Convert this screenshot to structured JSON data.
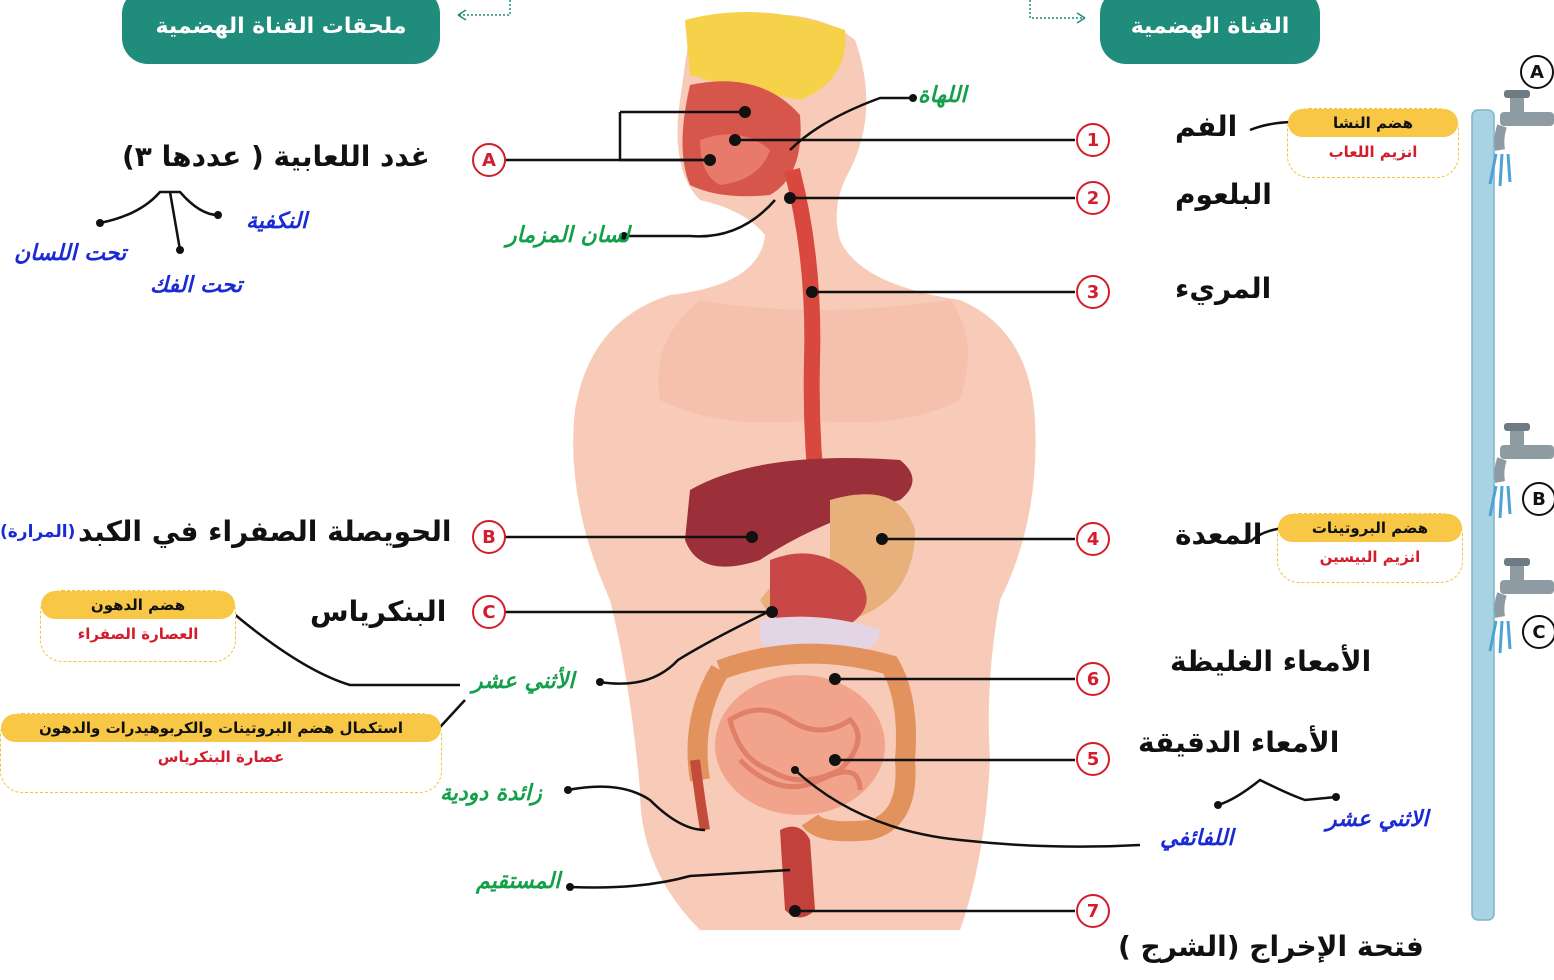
{
  "headers": {
    "accessories": "ملحقات القناة الهضمية",
    "canal": "القناة الهضمية"
  },
  "canal_organs": [
    {
      "num": "1",
      "label": "الفم"
    },
    {
      "num": "2",
      "label": "البلعوم"
    },
    {
      "num": "3",
      "label": "المريء"
    },
    {
      "num": "4",
      "label": "المعدة"
    },
    {
      "num": "6",
      "label": "الأمعاء الغليظة"
    },
    {
      "num": "5",
      "label": "الأمعاء الدقيقة"
    },
    {
      "num": "7",
      "label": "فتحة الإخراج (الشرج )"
    }
  ],
  "accessory_organs": [
    {
      "letter": "A",
      "label": "غدد اللعابية ( عددها ٣)"
    },
    {
      "letter": "B",
      "label": "الحويصلة الصفراء في الكبد",
      "note": "(المرارة)"
    },
    {
      "letter": "C",
      "label": "البنكرياس"
    }
  ],
  "annotations": {
    "uvula": "اللهاة",
    "epiglottis": "لسان المزمار",
    "parotid": "النكفية",
    "submandibular": "تحت الفك",
    "sublingual": "تحت اللسان",
    "duodenum_left": "الأثني عشر",
    "appendix": "زائدة دودية",
    "rectum": "المستقيم",
    "ileum": "اللفائفي",
    "duodenum_right": "الاثني عشر"
  },
  "info_boxes": {
    "mouth": {
      "title": "هضم النشا",
      "enzyme": "انزيم اللعاب"
    },
    "stomach": {
      "title": "هضم البروتينات",
      "enzyme": "انزيم البيسين"
    },
    "fats": {
      "title": "هضم الدهون",
      "enzyme": "العصارة الصفراء"
    },
    "complete": {
      "title": "استكمال هضم البروتينات والكربوهيدرات والدهون",
      "enzyme": "عصارة البنكرياس"
    }
  },
  "taps": [
    "A",
    "B",
    "C"
  ],
  "colors": {
    "header": "#1f8c7c",
    "number_circle": "#d41d2c",
    "pill": "#f7c745",
    "handwriting_green": "#14a04a",
    "handwriting_blue": "#1a2bd6",
    "pipe": "#a9d3e3"
  }
}
